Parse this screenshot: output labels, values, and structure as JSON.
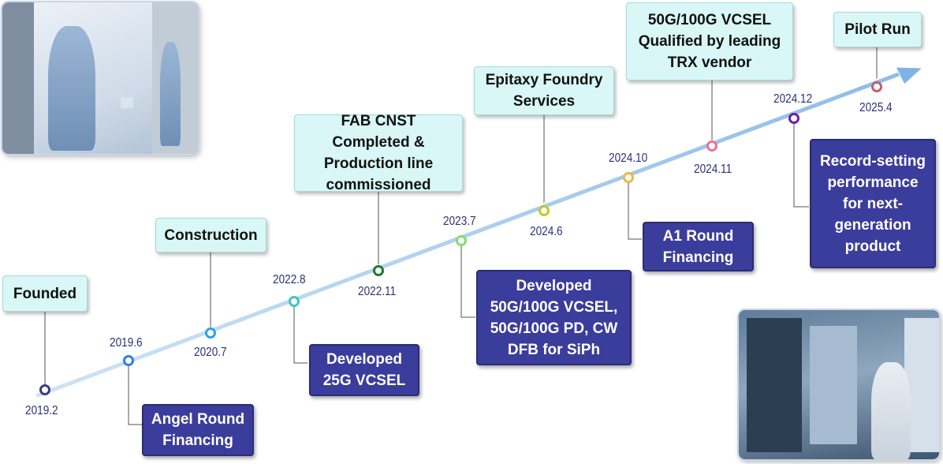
{
  "timeline": {
    "points": [
      {
        "date": "2019.2",
        "color": "#3a3b8c"
      },
      {
        "date": "2019.6",
        "color": "#2f7fe0"
      },
      {
        "date": "2020.7",
        "color": "#2aa3e8"
      },
      {
        "date": "2022.8",
        "color": "#3fc6c6"
      },
      {
        "date": "2022.11",
        "color": "#1e7a2e"
      },
      {
        "date": "2023.7",
        "color": "#7fe06a"
      },
      {
        "date": "2024.6",
        "color": "#c7c72a"
      },
      {
        "date": "2024.10",
        "color": "#f2b640"
      },
      {
        "date": "2024.11",
        "color": "#ee6f92"
      },
      {
        "date": "2024.12",
        "color": "#6d1ea8"
      },
      {
        "date": "2025.4",
        "color": "#c06070"
      }
    ],
    "milestones": {
      "founded": "Founded",
      "construction": "Construction",
      "fab": "FAB CNST Completed & Production line commissioned",
      "epitaxy": "Epitaxy Foundry Services",
      "qualified": "50G/100G VCSEL Qualified by leading TRX vendor",
      "pilot": "Pilot Run"
    },
    "achievements": {
      "angel": "Angel Round Financing",
      "vcsel25": "Developed 25G VCSEL",
      "developed": "Developed 50G/100G VCSEL, 50G/100G PD, CW DFB for SiPh",
      "a1": "A1 Round Financing",
      "record": "Record-setting performance for next-generation product"
    }
  }
}
